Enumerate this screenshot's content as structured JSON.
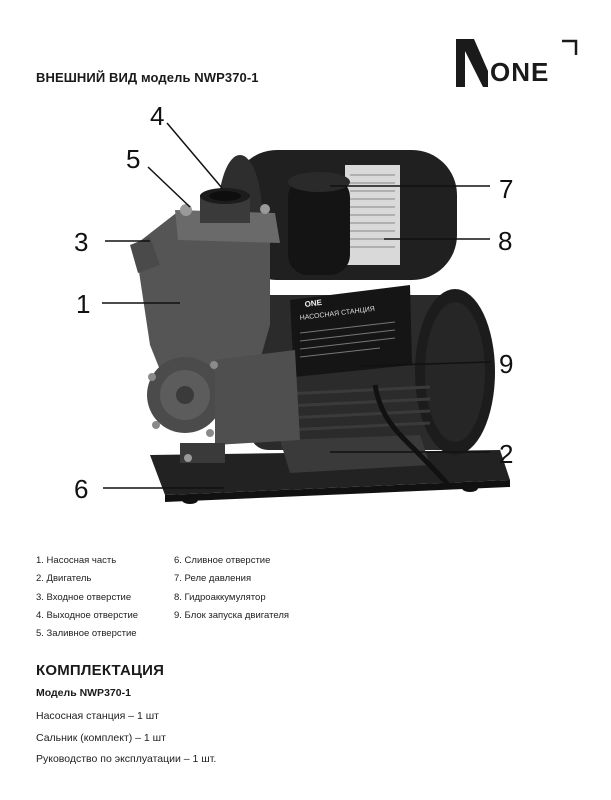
{
  "header": {
    "title": "ВНЕШНИЙ ВИД модель NWP370-1",
    "logo_text": "ONE"
  },
  "figure": {
    "label_plate_title": "НАСОСНАЯ СТАНЦИЯ",
    "label_brand": "ONE",
    "callouts": [
      "4",
      "5",
      "3",
      "1",
      "6",
      "7",
      "8",
      "9",
      "2"
    ]
  },
  "legend": {
    "left": [
      "1. Насосная часть",
      "2. Двигатель",
      "3. Входное отверстие",
      "4. Выходное отверстие",
      "5. Заливное отверстие"
    ],
    "right": [
      "6. Сливное отверстие",
      "7. Реле давления",
      "8. Гидроаккумулятор",
      "9. Блок запуска двигателя"
    ]
  },
  "kit": {
    "title": "КОМПЛЕКТАЦИЯ",
    "model": "Модель NWP370-1",
    "items": [
      "Насосная станция – 1 шт",
      "Сальник (комплект) – 1 шт",
      "Руководство по эксплуатации – 1 шт."
    ]
  }
}
